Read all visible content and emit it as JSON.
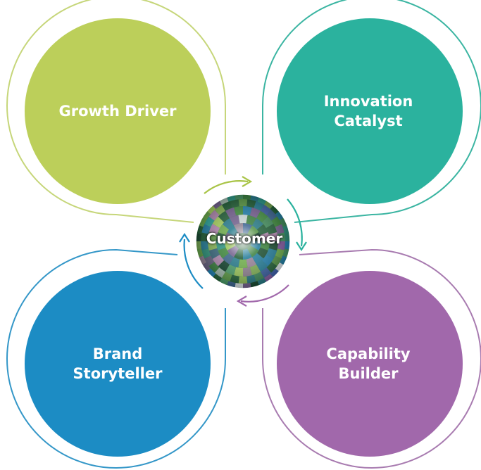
{
  "center": {
    "label": "Customer"
  },
  "quadrants": [
    {
      "id": "growth-driver",
      "label": "Growth Driver",
      "color": "#bccf5a",
      "outline": "#c6d67a"
    },
    {
      "id": "innovation-catalyst",
      "label": "Innovation\nCatalyst",
      "color": "#2bb29e",
      "outline": "#3bb5a2"
    },
    {
      "id": "brand-storyteller",
      "label": "Brand\nStoryteller",
      "color": "#1c8cc4",
      "outline": "#3497c8"
    },
    {
      "id": "capability-builder",
      "label": "Capability\nBuilder",
      "color": "#a168ab",
      "outline": "#a87bb0"
    }
  ]
}
